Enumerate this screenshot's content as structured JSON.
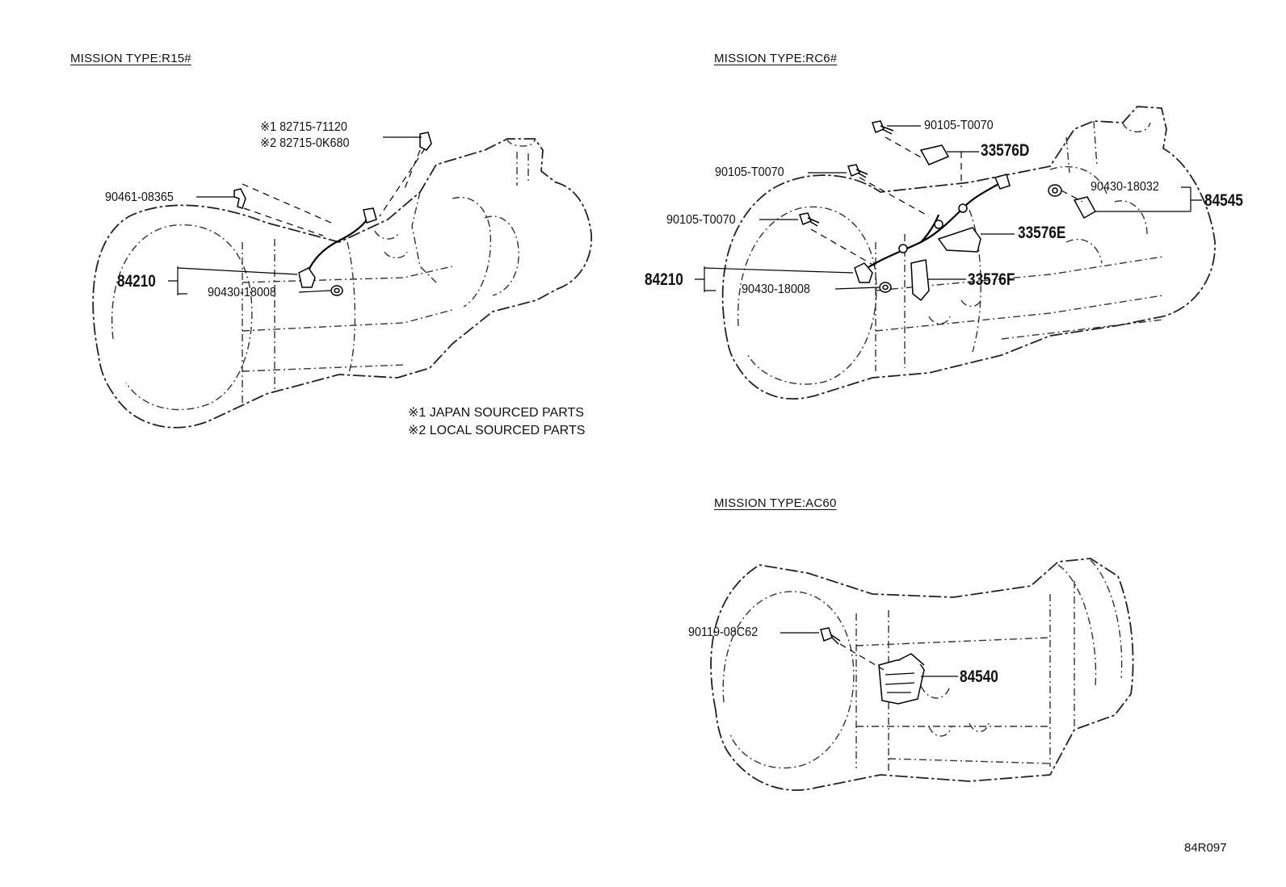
{
  "sections": {
    "r15": {
      "title": "MISSION TYPE:R15#",
      "labels": {
        "note1_part": "※1 82715-71120",
        "note2_part": "※2 82715-0K680",
        "bracket": "90461-08365",
        "sensor": "84210",
        "gasket": "90430-18008"
      },
      "footnotes": {
        "n1": "※1 JAPAN SOURCED PARTS",
        "n2": "※2 LOCAL SOURCED PARTS"
      }
    },
    "rc6": {
      "title": "MISSION TYPE:RC6#",
      "labels": {
        "bolt_top": "90105-T0070",
        "clamp_d": "33576D",
        "bolt_mid": "90105-T0070",
        "bolt_low": "90105-T0070",
        "gasket_right": "90430-18032",
        "switch": "84545",
        "clamp_e": "33576E",
        "sensor": "84210",
        "gasket": "90430-18008",
        "clamp_f": "33576F"
      }
    },
    "ac60": {
      "title": "MISSION TYPE:AC60",
      "labels": {
        "bolt": "90119-08C62",
        "switch": "84540"
      }
    }
  },
  "diagram_ref": "84R097"
}
